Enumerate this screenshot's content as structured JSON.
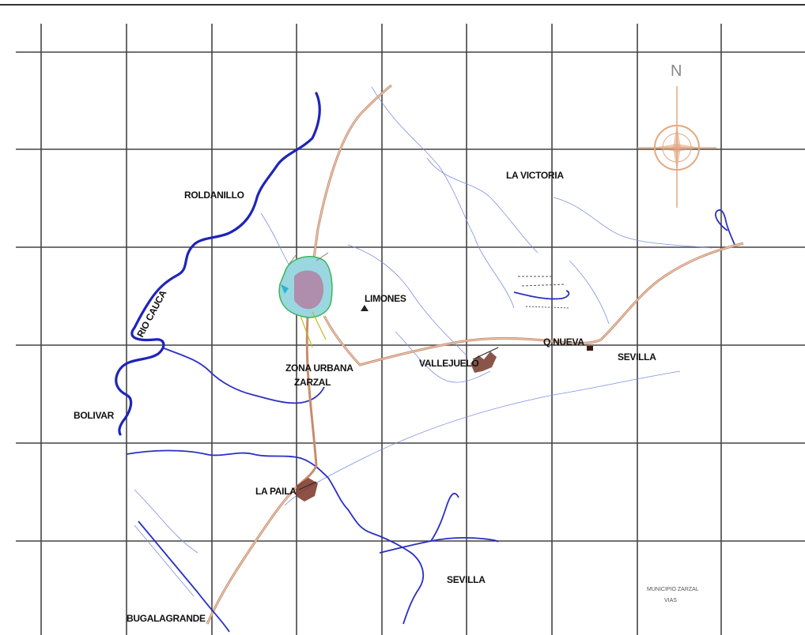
{
  "map": {
    "north_label": "N",
    "places": {
      "roldanillo": "ROLDANILLO",
      "la_victoria": "LA VICTORIA",
      "rio_cauca": "RIO CAUCA",
      "limones": "LIMONES",
      "zona_urbana": "ZONA URBANA",
      "zarzal": "ZARZAL",
      "vallejuelo": "VALLEJUELO",
      "quebradanueva": "Q.NUEVA",
      "sevilla_east": "SEVILLA",
      "bolivar": "BOLIVAR",
      "la_paila": "LA PAILA",
      "sevilla_south": "SEVILLA",
      "bugalagrande": "BUGALAGRANDE"
    },
    "footer": {
      "line1": "MUNICIPIO ZARZAL",
      "line2": "VIAS"
    },
    "colors": {
      "grid": "#444444",
      "river": "#1f24b8",
      "road": "#c78c6d",
      "compass": "#e3a77f"
    }
  }
}
